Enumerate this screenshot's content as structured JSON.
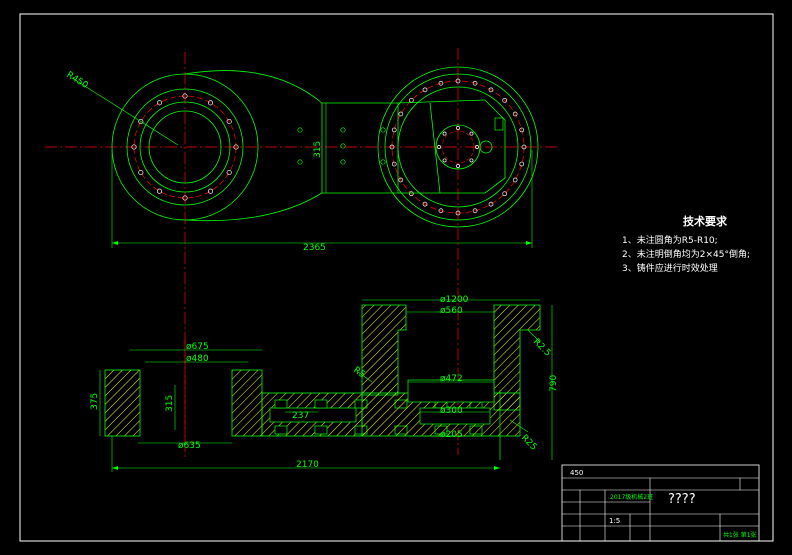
{
  "drawing": {
    "top_view": {
      "dim_radius": "R450",
      "dim_length": "2365",
      "dim_width": "315"
    },
    "section_view": {
      "dim_d1200": "ø1200",
      "dim_d560": "ø560",
      "dim_d675": "ø675",
      "dim_d480": "ø480",
      "dim_d472": "ø472",
      "dim_d300": "ø300",
      "dim_d205": "ø205",
      "dim_d635": "ø635",
      "dim_2170": "2170",
      "dim_237": "237",
      "dim_375": "375",
      "dim_315": "315",
      "dim_790": "790",
      "dim_r25": "R25",
      "dim_r2_5": "R2.5",
      "dim_r5": "R5"
    },
    "tech_notes": {
      "title": "技术要求",
      "items": [
        "1、未注圆角为R5-R10;",
        "2、未注明倒角均为2×45°倒角;",
        "3、铸件应进行时效处理"
      ]
    },
    "title_block": {
      "top_label": "450",
      "title": "????",
      "scale": "1:5",
      "code": "2017级机械2班",
      "sheet": "共1张 第1张"
    }
  },
  "colors": {
    "background": "#000000",
    "frame": "#ffffff",
    "outline": "#00ff00",
    "centerline": "#ff0000",
    "hatch": "#ffff00",
    "text": "#ffffff"
  }
}
